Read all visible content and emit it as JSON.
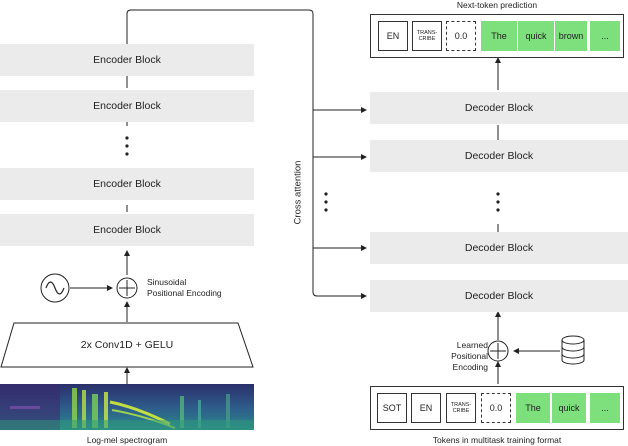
{
  "encoder": {
    "block_label": "Encoder Block",
    "conv_label": "2x Conv1D + GELU",
    "positional_label_line1": "Sinusoidal",
    "positional_label_line2": "Positional Encoding",
    "spectrogram_caption": "Log-mel spectrogram"
  },
  "cross_attention_label": "Cross attention",
  "decoder": {
    "block_label": "Decoder Block",
    "positional_label_line1": "Learned",
    "positional_label_line2": "Positional Encoding",
    "output_caption": "Next-token prediction",
    "input_caption": "Tokens in multitask training format",
    "output_tokens": [
      "EN",
      "TRANS-\nCRIBE",
      "0.0",
      "The",
      "quick",
      "brown",
      "..."
    ],
    "input_tokens": [
      "SOT",
      "EN",
      "TRANS-\nCRIBE",
      "0.0",
      "The",
      "quick",
      "..."
    ]
  },
  "colors": {
    "token_green": "#7de07d",
    "block_gray": "#ebebeb"
  },
  "icons": [
    "sine-wave-icon",
    "plus-circle-icon",
    "database-icon"
  ]
}
